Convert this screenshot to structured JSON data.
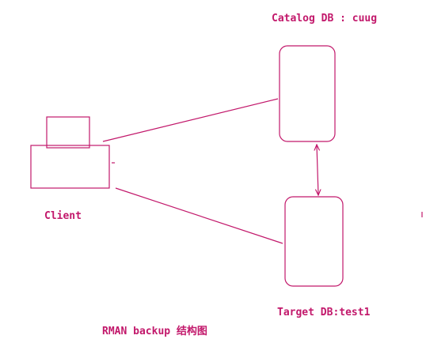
{
  "labels": {
    "catalog": "Catalog DB : cuug",
    "client": "Client",
    "target": "Target DB:test1",
    "caption": "RMAN backup 结构图"
  },
  "colors": {
    "stroke": "#c2186b",
    "background": "#ffffff"
  },
  "edges": [
    {
      "from": "client",
      "to": "catalog",
      "style": "line"
    },
    {
      "from": "client",
      "to": "target",
      "style": "line"
    },
    {
      "from": "catalog",
      "to": "target",
      "style": "double-arrow"
    }
  ]
}
